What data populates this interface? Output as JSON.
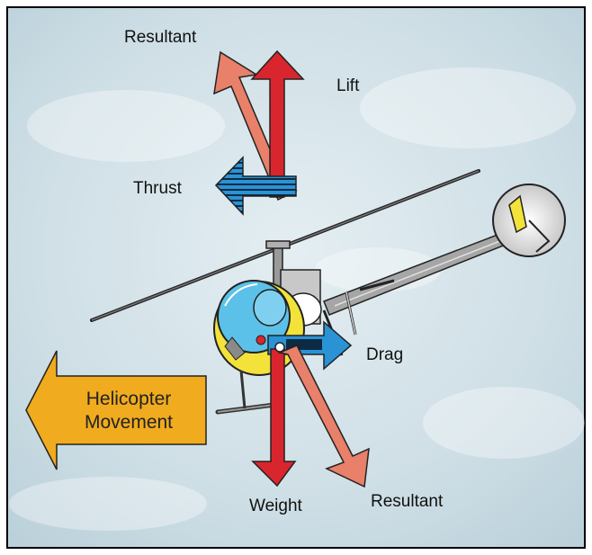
{
  "labels": {
    "resultant_top": "Resultant",
    "lift": "Lift",
    "thrust": "Thrust",
    "drag": "Drag",
    "weight": "Weight",
    "resultant_bottom": "Resultant",
    "movement_line1": "Helicopter",
    "movement_line2": "Movement"
  },
  "colors": {
    "lift_weight": "#d9252d",
    "resultant": "#e8806a",
    "thrust_drag": "#2a93d5",
    "movement": "#f0ab1e",
    "sky": "#cfdfe6",
    "helicopter_body": "#f2e23a",
    "canopy": "#5cc1e8"
  }
}
